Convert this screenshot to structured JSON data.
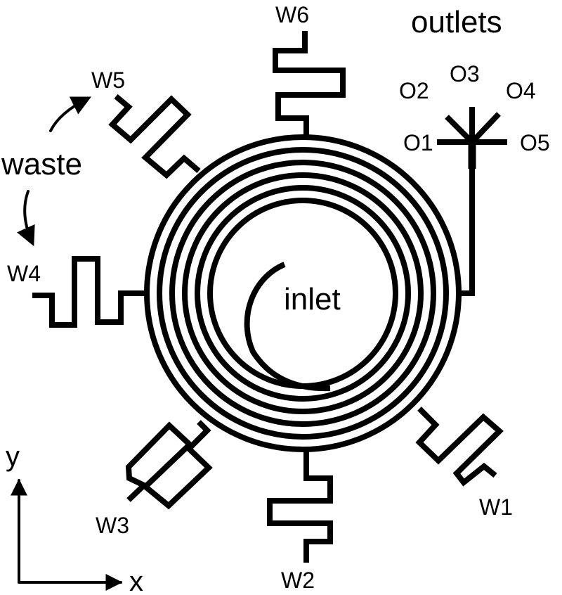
{
  "labels": {
    "outlets_title": "outlets",
    "inlet": "inlet",
    "waste": "waste",
    "w1": "W1",
    "w2": "W2",
    "w3": "W3",
    "w4": "W4",
    "w5": "W5",
    "w6": "W6",
    "o1": "O1",
    "o2": "O2",
    "o3": "O3",
    "o4": "O4",
    "o5": "O5",
    "axis_x": "x",
    "axis_y": "y"
  },
  "colors": {
    "ink": "#000000",
    "background": "#ffffff"
  }
}
